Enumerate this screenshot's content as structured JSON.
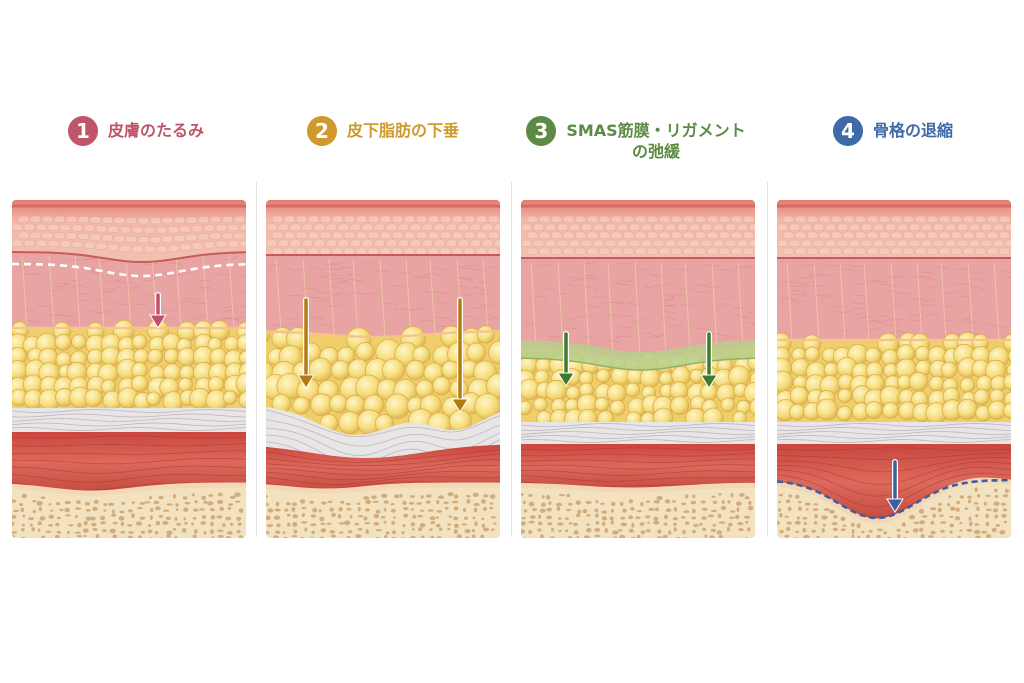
{
  "panels": [
    {
      "number": "1",
      "title_lines": [
        "皮膚のたるみ"
      ],
      "color": "#c05468",
      "key": "skin-sagging"
    },
    {
      "number": "2",
      "title_lines": [
        "皮下脂肪の下垂"
      ],
      "color": "#cf9a2b",
      "key": "fat-ptosis"
    },
    {
      "number": "3",
      "title_lines": [
        "SMAS筋膜・リガメント",
        "の弛緩"
      ],
      "color": "#5d8a44",
      "key": "smas-laxity"
    },
    {
      "number": "4",
      "title_lines": [
        "骨格の退縮"
      ],
      "color": "#3f6aa8",
      "key": "bone-resorption"
    }
  ],
  "arrow_colors": {
    "skin": "#c0506e",
    "fat": "#b57a12",
    "smas": "#3e7a2c",
    "bone": "#3d5f9e"
  }
}
